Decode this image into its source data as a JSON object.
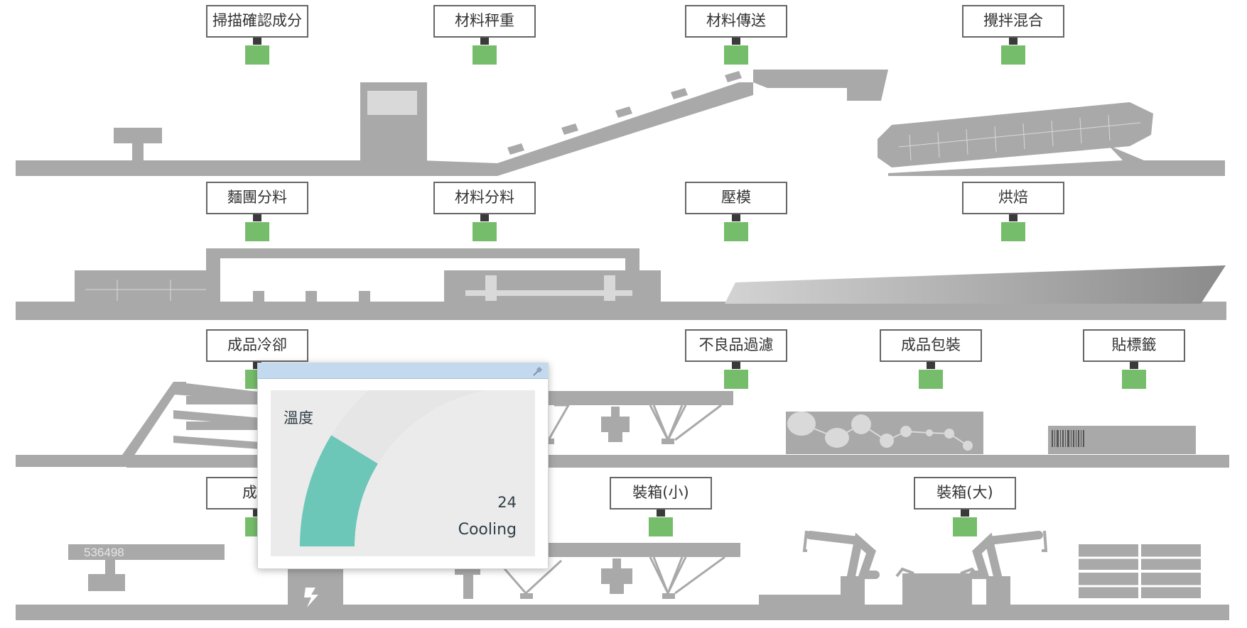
{
  "stations": [
    {
      "id": "scan",
      "label": "掃描確認成分"
    },
    {
      "id": "weigh",
      "label": "材料秤重"
    },
    {
      "id": "transfer",
      "label": "材料傳送"
    },
    {
      "id": "mix",
      "label": "攪拌混合"
    },
    {
      "id": "dough-divide",
      "label": "麵團分料"
    },
    {
      "id": "material-divide",
      "label": "材料分料"
    },
    {
      "id": "press",
      "label": "壓模"
    },
    {
      "id": "bake",
      "label": "烘焙"
    },
    {
      "id": "cool",
      "label": "成品冷卻"
    },
    {
      "id": "filter",
      "label": "不良品過濾"
    },
    {
      "id": "package",
      "label": "成品包裝"
    },
    {
      "id": "label",
      "label": "貼標籤"
    },
    {
      "id": "product",
      "label": "成品"
    },
    {
      "id": "box-small",
      "label": "裝箱(小)"
    },
    {
      "id": "box-large",
      "label": "裝箱(大)"
    }
  ],
  "counter": {
    "value": "536498"
  },
  "popup": {
    "title": "溫度",
    "value": "24",
    "status": "Cooling",
    "fill_fraction": 0.35,
    "colors": {
      "fill": "#6cc7b8",
      "track": "#e6e6e6",
      "titlebar": "#c3d9ef"
    }
  },
  "colors": {
    "machine": "#a9a9a9",
    "indicator": "#76bd6b",
    "label_border": "#666666"
  }
}
